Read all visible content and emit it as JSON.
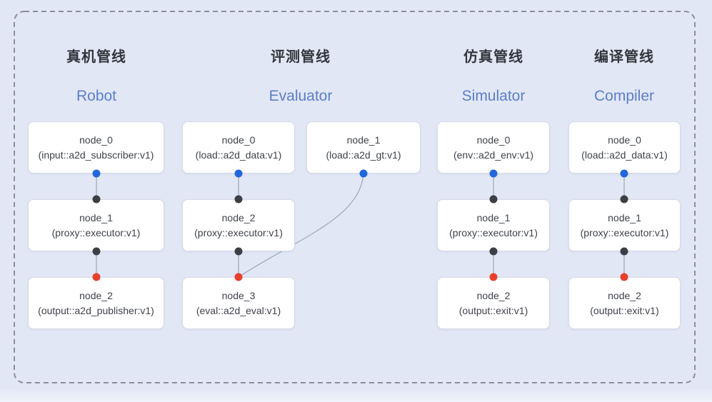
{
  "colors": {
    "background": "#e2e7f6",
    "frame_dash": "#8b9099",
    "box_fill": "#ffffff",
    "box_border": "#d7dbe4",
    "edge": "#a2aab9",
    "port_blue": "#2166db",
    "port_dark": "#3c3f44",
    "port_red": "#e7402d",
    "title_zh": "#33363c",
    "title_en": "#5b7ec9",
    "node_text": "#3f434a"
  },
  "pipelines": [
    {
      "title_zh": "真机管线",
      "title_en": "Robot",
      "nodes": [
        {
          "name": "node_0",
          "impl": "(input::a2d_subscriber:v1)"
        },
        {
          "name": "node_1",
          "impl": "(proxy::executor:v1)"
        },
        {
          "name": "node_2",
          "impl": "(output::a2d_publisher:v1)"
        }
      ]
    },
    {
      "title_zh": "评测管线",
      "title_en": "Evaluator",
      "nodes": [
        {
          "name": "node_0",
          "impl": "(load::a2d_data:v1)"
        },
        {
          "name": "node_1",
          "impl": "(load::a2d_gt:v1)"
        },
        {
          "name": "node_2",
          "impl": "(proxy::executor:v1)"
        },
        {
          "name": "node_3",
          "impl": "(eval::a2d_eval:v1)"
        }
      ]
    },
    {
      "title_zh": "仿真管线",
      "title_en": "Simulator",
      "nodes": [
        {
          "name": "node_0",
          "impl": "(env::a2d_env:v1)"
        },
        {
          "name": "node_1",
          "impl": "(proxy::executor:v1)"
        },
        {
          "name": "node_2",
          "impl": "(output::exit:v1)"
        }
      ]
    },
    {
      "title_zh": "编译管线",
      "title_en": "Compiler",
      "nodes": [
        {
          "name": "node_0",
          "impl": "(load::a2d_data:v1)"
        },
        {
          "name": "node_1",
          "impl": "(proxy::executor:v1)"
        },
        {
          "name": "node_2",
          "impl": "(output::exit:v1)"
        }
      ]
    }
  ]
}
